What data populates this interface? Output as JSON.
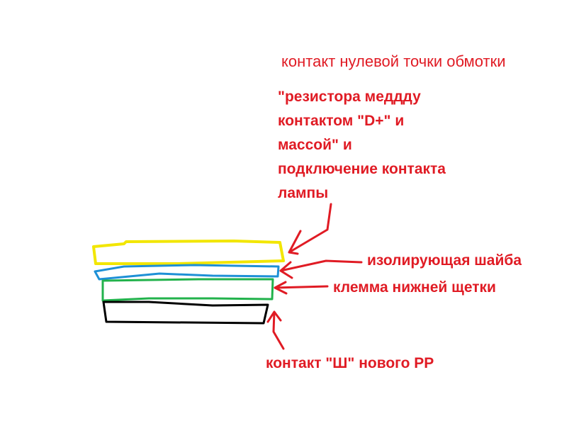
{
  "labels": {
    "winding_zero_point": "контакт нулевой точки обмотки",
    "resistor_block": [
      "\"резистора меддду",
      "контактом \"D+\" и",
      "массой\" и",
      "подключение контакта",
      "лампы"
    ],
    "insulating_washer": "изолирующая шайба",
    "lower_brush_terminal": "клемма нижней щетки",
    "new_rr_contact": "контакт \"Ш\" нового РР"
  },
  "colors": {
    "text": "#e01b24",
    "arrow": "#e01b24",
    "plate_yellow": "#f2e600",
    "plate_blue": "#1e90d6",
    "plate_green": "#22b24c",
    "plate_black": "#000000"
  }
}
